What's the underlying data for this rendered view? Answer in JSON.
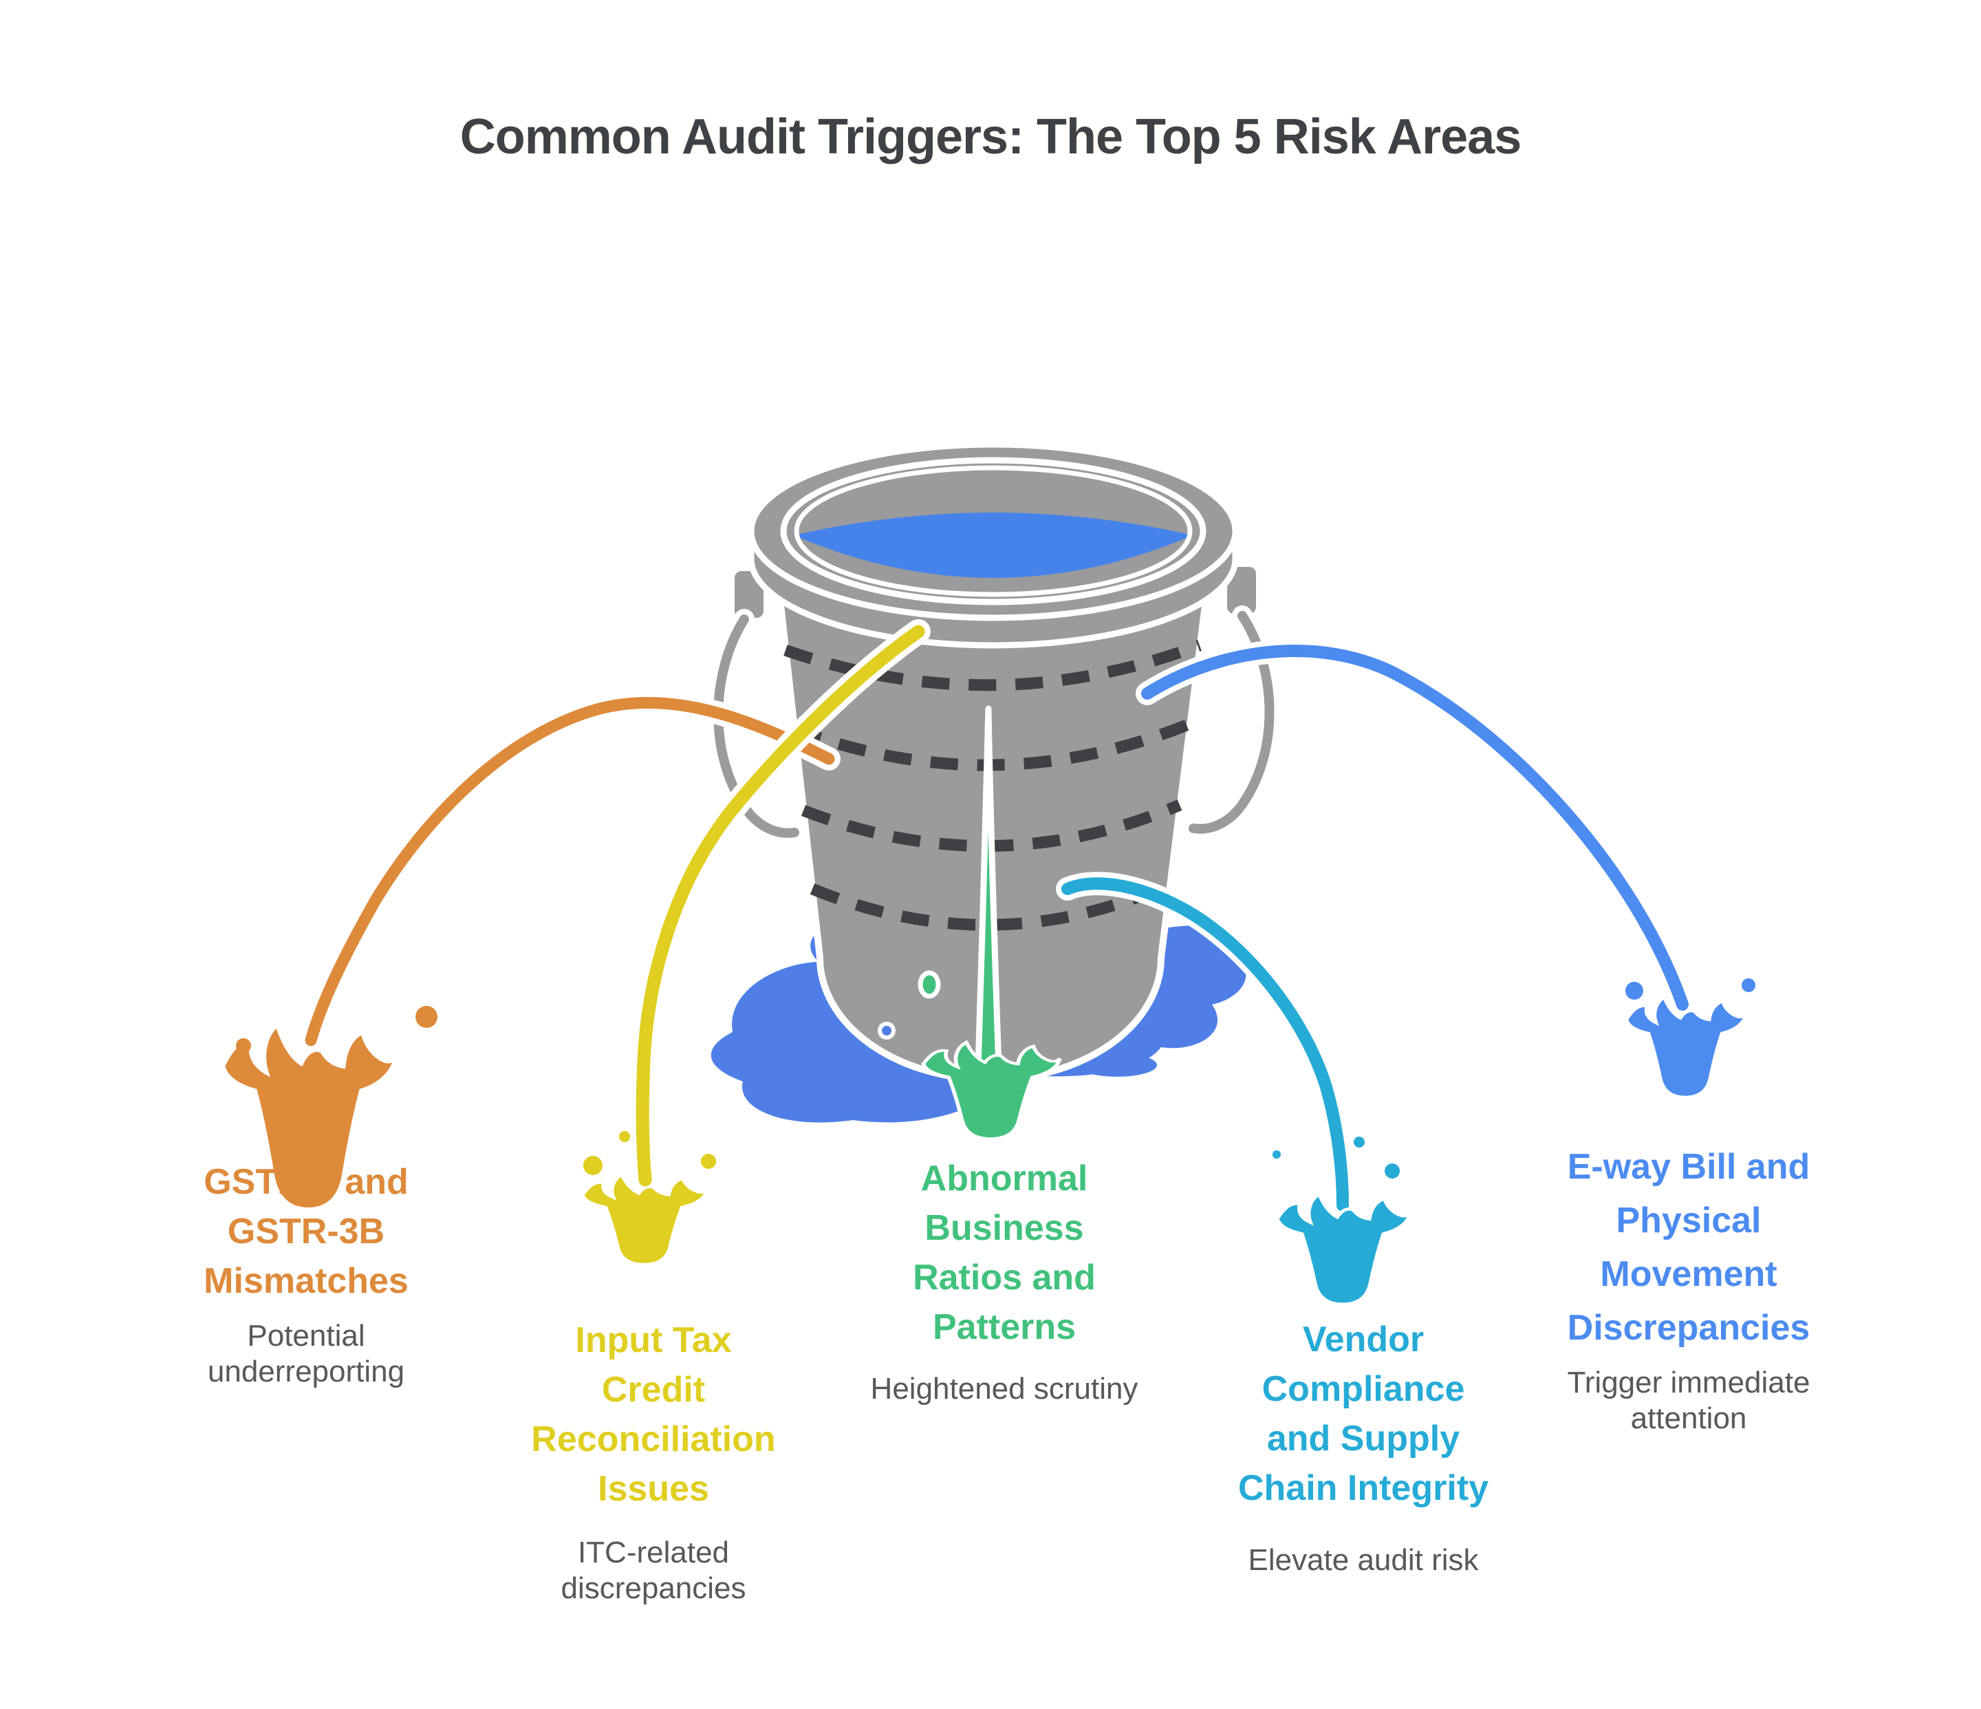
{
  "title": "Common Audit Triggers: The Top 5 Risk Areas",
  "palette": {
    "background": "#FFFFFF",
    "title_text": "#3F4245",
    "subtitle_text": "#57585A",
    "bucket_gray": "#9B9B9D",
    "bucket_outline": "#FFFFFF",
    "hoop_dash": "#3E4043",
    "water_blue": "#4583EA",
    "puddle_blue": "#4F7FE6"
  },
  "bucket": {
    "description": "leaky bucket with water",
    "hoop_count": "4"
  },
  "triggers": [
    {
      "id": "gstr-mismatch",
      "color": "#DE8A3B",
      "title_lines": [
        "GSTR-1 and",
        "GSTR-3B",
        "Mismatches"
      ],
      "subtitle_lines": [
        "Potential",
        "underreporting"
      ]
    },
    {
      "id": "itc-reconciliation",
      "color": "#E0CE20",
      "title_lines": [
        "Input Tax",
        "Credit",
        "Reconciliation",
        "Issues"
      ],
      "subtitle_lines": [
        "ITC-related",
        "discrepancies"
      ]
    },
    {
      "id": "abnormal-ratios",
      "color": "#41C17D",
      "title_lines": [
        "Abnormal",
        "Business",
        "Ratios and",
        "Patterns"
      ],
      "subtitle_lines": [
        "Heightened scrutiny"
      ]
    },
    {
      "id": "vendor-compliance",
      "color": "#26ABD7",
      "title_lines": [
        "Vendor",
        "Compliance",
        "and Supply",
        "Chain Integrity"
      ],
      "subtitle_lines": [
        "Elevate audit risk"
      ]
    },
    {
      "id": "eway-bill",
      "color": "#4C8BF0",
      "title_lines": [
        "E-way Bill and",
        "Physical",
        "Movement",
        "Discrepancies"
      ],
      "subtitle_lines": [
        "Trigger immediate",
        "attention"
      ]
    }
  ]
}
